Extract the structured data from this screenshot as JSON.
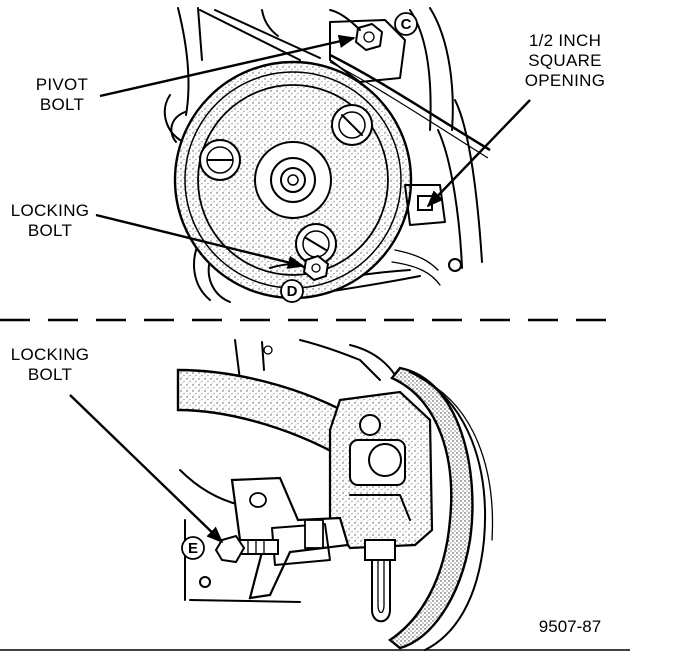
{
  "labels": {
    "pivot_bolt_line1": "PIVOT",
    "pivot_bolt_line2": "BOLT",
    "square_opening_line1": "1/2 INCH",
    "square_opening_line2": "SQUARE",
    "square_opening_line3": "OPENING",
    "locking_bolt_top_line1": "LOCKING",
    "locking_bolt_top_line2": "BOLT",
    "locking_bolt_bottom_line1": "LOCKING",
    "locking_bolt_bottom_line2": "BOLT"
  },
  "callouts": {
    "c": "C",
    "d": "D",
    "e": "E"
  },
  "figure_number": "9507-87"
}
